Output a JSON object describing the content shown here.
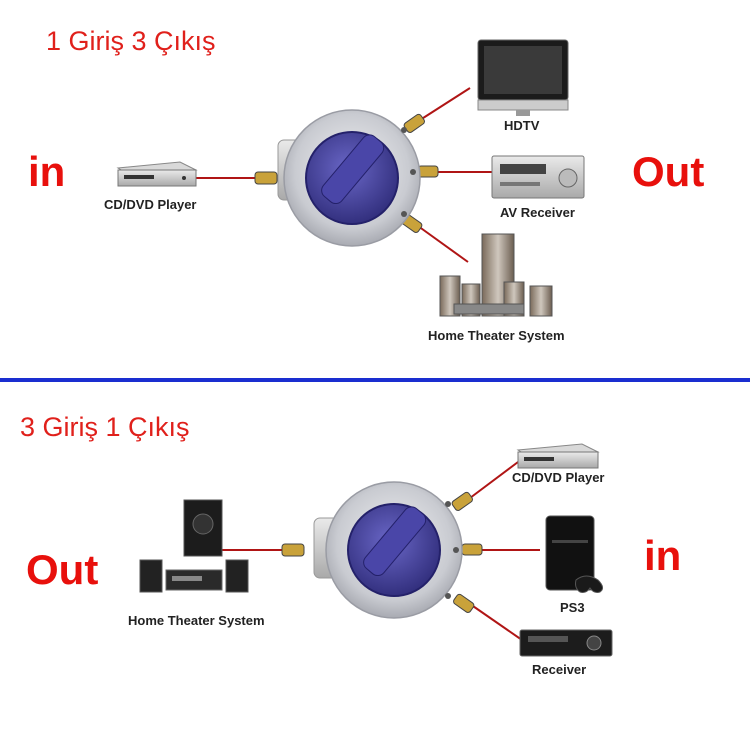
{
  "top": {
    "heading": "1 Giriş 3 Çıkış",
    "in_label": "in",
    "out_label": "Out",
    "source": "CD/DVD Player",
    "outputs": [
      "HDTV",
      "AV Receiver",
      "Home Theater System"
    ]
  },
  "bottom": {
    "heading": "3 Giriş 1 Çıkış",
    "in_label": "in",
    "out_label": "Out",
    "destination": "Home Theater System",
    "inputs": [
      "CD/DVD Player",
      "PS3",
      "Receiver"
    ]
  },
  "colors": {
    "heading_red": "#e0201b",
    "cable_red": "#b01515",
    "divider_blue": "#1a2ed0",
    "knob_purple": "#3d3a8f",
    "plug_gold": "#c9a23a"
  }
}
